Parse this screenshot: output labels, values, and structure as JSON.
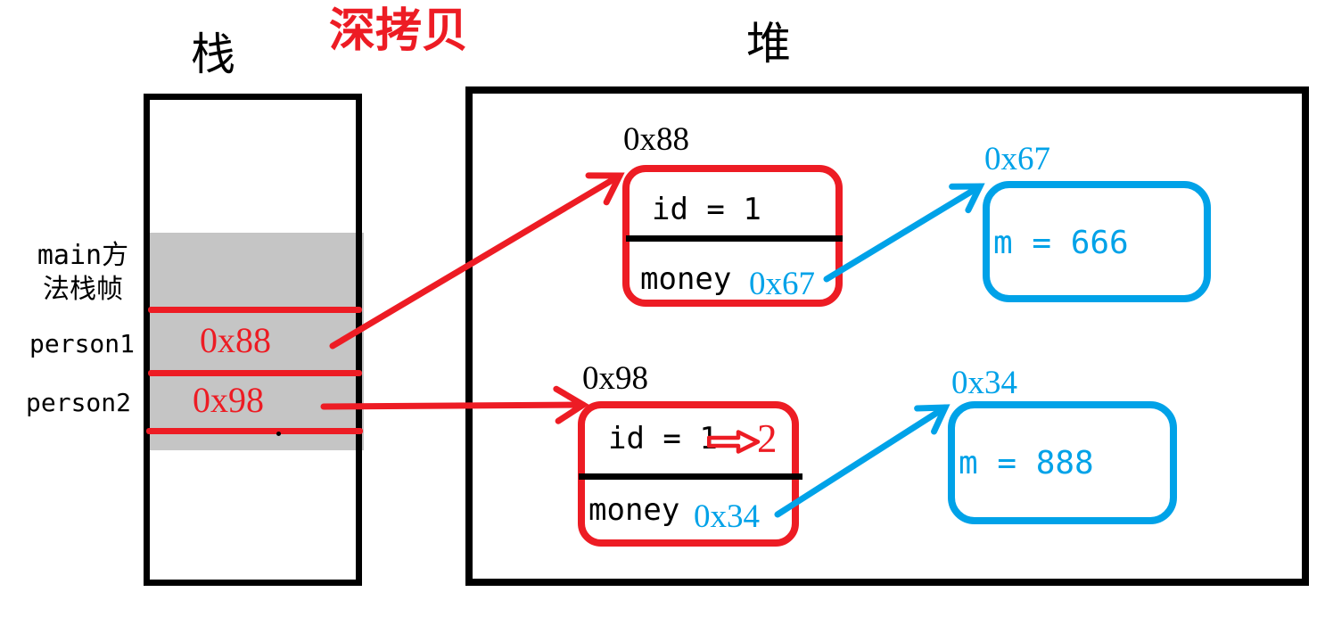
{
  "titles": {
    "stack": "栈",
    "deep_copy": "深拷贝",
    "heap": "堆"
  },
  "colors": {
    "red": "#ed1c24",
    "cyan": "#00a2e8",
    "gray": "#c5c5c5",
    "black": "#000000"
  },
  "stack": {
    "frame_label": {
      "line1": "main方",
      "line2": "法栈帧"
    },
    "variables": [
      {
        "name": "person1",
        "value": "0x88"
      },
      {
        "name": "person2",
        "value": "0x98"
      }
    ]
  },
  "heap": {
    "person_objects": [
      {
        "address": "0x88",
        "id_field": "id = 1",
        "money_label": "money",
        "money_ref": "0x67"
      },
      {
        "address": "0x98",
        "id_field": "id = 1",
        "id_changed_to": "2",
        "money_label": "money",
        "money_ref": "0x34"
      }
    ],
    "money_objects": [
      {
        "address": "0x67",
        "value": "m = 666"
      },
      {
        "address": "0x34",
        "value": "m = 888"
      }
    ]
  }
}
